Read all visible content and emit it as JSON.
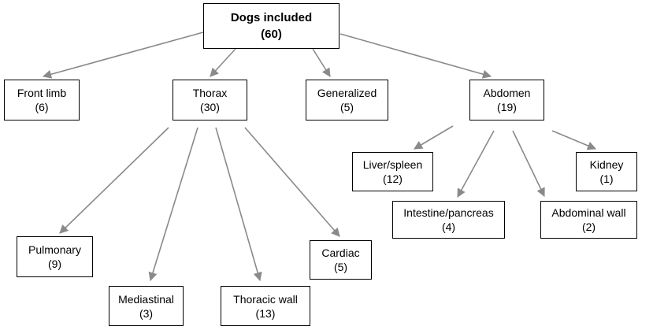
{
  "arrow_color": "#8a8a8a",
  "nodes": {
    "root": {
      "label": "Dogs included",
      "count": "(60)"
    },
    "front_limb": {
      "label": "Front limb",
      "count": "(6)"
    },
    "thorax": {
      "label": "Thorax",
      "count": "(30)"
    },
    "generalized": {
      "label": "Generalized",
      "count": "(5)"
    },
    "abdomen": {
      "label": "Abdomen",
      "count": "(19)"
    },
    "pulmonary": {
      "label": "Pulmonary",
      "count": "(9)"
    },
    "mediastinal": {
      "label": "Mediastinal",
      "count": "(3)"
    },
    "thoracic_wall": {
      "label": "Thoracic wall",
      "count": "(13)"
    },
    "cardiac": {
      "label": "Cardiac",
      "count": "(5)"
    },
    "liver_spleen": {
      "label": "Liver/spleen",
      "count": "(12)"
    },
    "intestine_pancreas": {
      "label": "Intestine/pancreas",
      "count": "(4)"
    },
    "abdominal_wall": {
      "label": "Abdominal wall",
      "count": "(2)"
    },
    "kidney": {
      "label": "Kidney",
      "count": "(1)"
    }
  },
  "edges": [
    {
      "from": "root",
      "to": "front_limb"
    },
    {
      "from": "root",
      "to": "thorax"
    },
    {
      "from": "root",
      "to": "generalized"
    },
    {
      "from": "root",
      "to": "abdomen"
    },
    {
      "from": "thorax",
      "to": "pulmonary"
    },
    {
      "from": "thorax",
      "to": "mediastinal"
    },
    {
      "from": "thorax",
      "to": "thoracic_wall"
    },
    {
      "from": "thorax",
      "to": "cardiac"
    },
    {
      "from": "abdomen",
      "to": "liver_spleen"
    },
    {
      "from": "abdomen",
      "to": "intestine_pancreas"
    },
    {
      "from": "abdomen",
      "to": "abdominal_wall"
    },
    {
      "from": "abdomen",
      "to": "kidney"
    }
  ]
}
